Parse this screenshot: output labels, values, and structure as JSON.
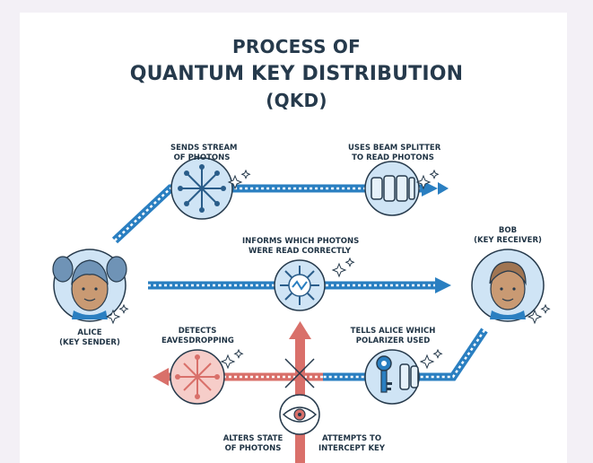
{
  "title": {
    "line1": "PROCESS OF",
    "line2": "QUANTUM KEY DISTRIBUTION",
    "line3": "(QKD)"
  },
  "labels": {
    "sends_stream_1": "SENDS STREAM",
    "sends_stream_2": "OF PHOTONS",
    "beam_splitter_1": "USES BEAM SPLITTER",
    "beam_splitter_2": "TO READ PHOTONS",
    "informs_1": "INFORMS WHICH PHOTONS",
    "informs_2": "WERE READ CORRECTLY",
    "bob_1": "BOB",
    "bob_2": "(KEY RECEIVER)",
    "alice_1": "ALICE",
    "alice_2": "(KEY SENDER)",
    "detects_1": "DETECTS",
    "detects_2": "EAVESDROPPING",
    "tells_1": "TELLS ALICE WHICH",
    "tells_2": "POLARIZER USED",
    "alters_1": "ALTERS STATE",
    "alters_2": "OF PHOTONS",
    "intercept_1": "ATTEMPTS TO",
    "intercept_2": "INTERCEPT KEY"
  },
  "colors": {
    "blue": "#2a7fc1",
    "light_blue": "#cfe4f5",
    "red": "#d9706a",
    "light_red": "#f6cdc9",
    "navy": "#263a4c",
    "skin": "#c99a73"
  }
}
